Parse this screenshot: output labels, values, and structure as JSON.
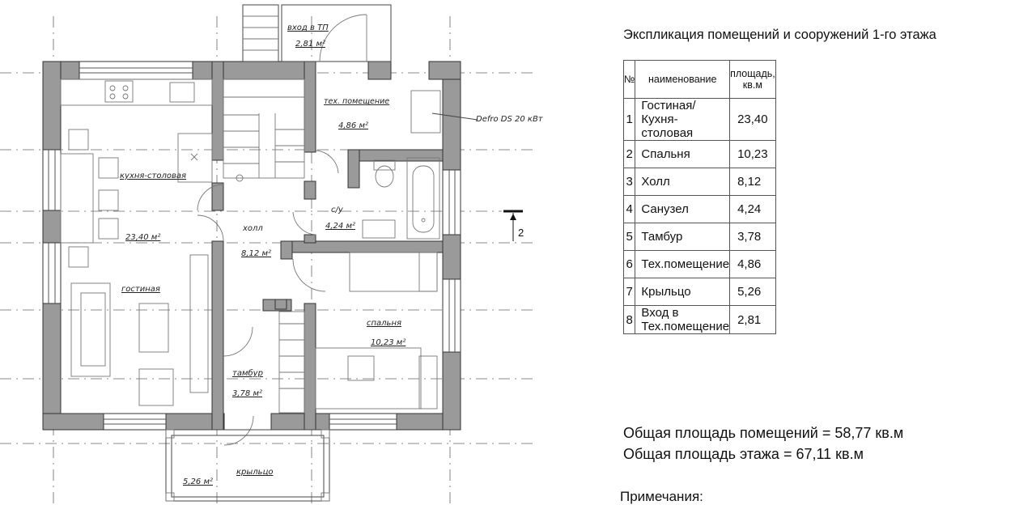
{
  "plan": {
    "rooms": [
      {
        "id": "vhod-tp",
        "name": "вход в ТП",
        "area": "2,81 м²"
      },
      {
        "id": "tekh",
        "name": "тех. помещение",
        "area": "4,86 м²"
      },
      {
        "id": "kukhnya",
        "name": "кухня-столовая",
        "area": "23,40 м²"
      },
      {
        "id": "kholl",
        "name": "холл",
        "area": "8,12 м²"
      },
      {
        "id": "su",
        "name": "с/у",
        "area": "4,24 м²"
      },
      {
        "id": "gostinaya",
        "name": "гостиная"
      },
      {
        "id": "spalnya",
        "name": "спальня",
        "area": "10,23 м²"
      },
      {
        "id": "tambur",
        "name": "тамбур",
        "area": "3,78 м²"
      },
      {
        "id": "krylco",
        "name": "крыльцо",
        "area": "5,26 м²"
      }
    ],
    "boiler_label": "Defro DS 20 кВт",
    "section_mark": "2"
  },
  "explication": {
    "title": "Экспликация помещений и сооружений 1-го этажа",
    "headers": [
      "№",
      "наименование",
      "площадь, кв.м"
    ],
    "rows": [
      {
        "n": "1",
        "name": "Гостиная/Кухня-столовая",
        "area": "23,40"
      },
      {
        "n": "2",
        "name": "Спальня",
        "area": "10,23"
      },
      {
        "n": "3",
        "name": "Холл",
        "area": "8,12"
      },
      {
        "n": "4",
        "name": "Санузел",
        "area": "4,24"
      },
      {
        "n": "5",
        "name": "Тамбур",
        "area": "3,78"
      },
      {
        "n": "6",
        "name": "Тех.помещение",
        "area": "4,86"
      },
      {
        "n": "7",
        "name": "Крыльцо",
        "area": "5,26"
      },
      {
        "n": "8",
        "name": "Вход в Тех.помещение",
        "area": "2,81"
      }
    ]
  },
  "totals": {
    "rooms": "Общая площадь помещений = 58,77 кв.м",
    "floor": "Общая площадь этажа = 67,11 кв.м"
  },
  "notes_title": "Примечания:"
}
